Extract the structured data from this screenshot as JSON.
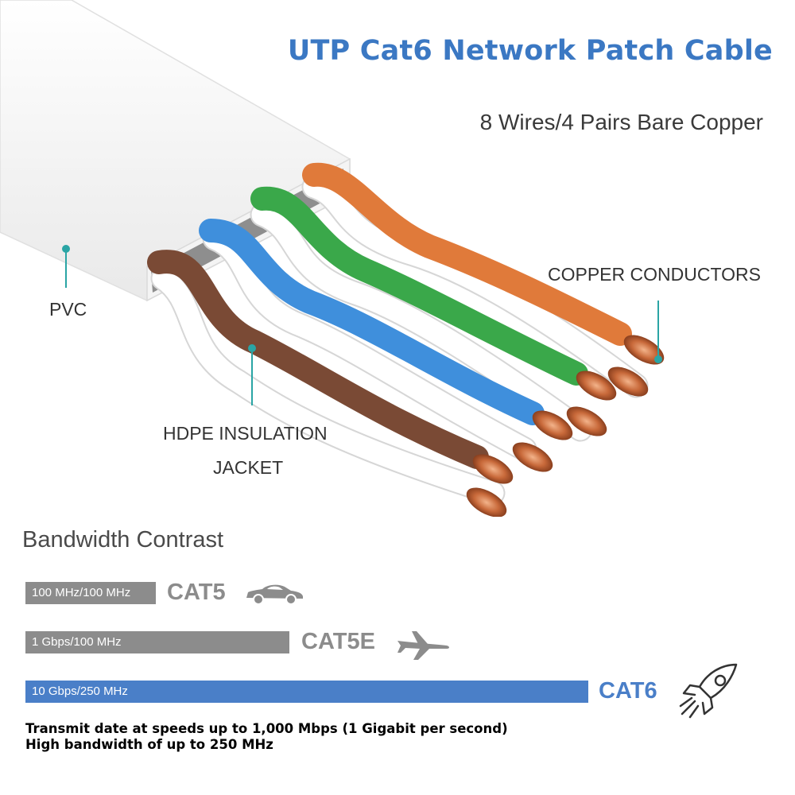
{
  "header": {
    "title": "UTP Cat6 Network Patch Cable",
    "subtitle": "8 Wires/4 Pairs Bare Copper"
  },
  "callouts": {
    "pvc": "PVC",
    "copper": "COPPER CONDUCTORS",
    "hdpe_line1": "HDPE INSULATION",
    "hdpe_line2": "JACKET"
  },
  "colors": {
    "accent": "#3b78c3",
    "callout_line": "#2aa5a5",
    "bar_gray": "#8c8c8c",
    "bar_blue": "#4a7fc8",
    "wire_brown": "#7a4a35",
    "wire_blue": "#3f8fdc",
    "wire_green": "#3aa84a",
    "wire_orange": "#e07a3a",
    "copper": "#c8693a"
  },
  "bandwidth": {
    "title": "Bandwidth Contrast",
    "rows": [
      {
        "bar_label": "100 MHz/100 MHz",
        "category": "CAT5",
        "icon": "car-icon"
      },
      {
        "bar_label": "1 Gbps/100 MHz",
        "category": "CAT5E",
        "icon": "airplane-icon"
      },
      {
        "bar_label": "10 Gbps/250 MHz",
        "category": "CAT6",
        "icon": "rocket-icon"
      }
    ]
  },
  "notes": {
    "line1": "Transmit date at speeds up to 1,000 Mbps (1 Gigabit per second)",
    "line2": "High bandwidth of up to 250 MHz"
  }
}
